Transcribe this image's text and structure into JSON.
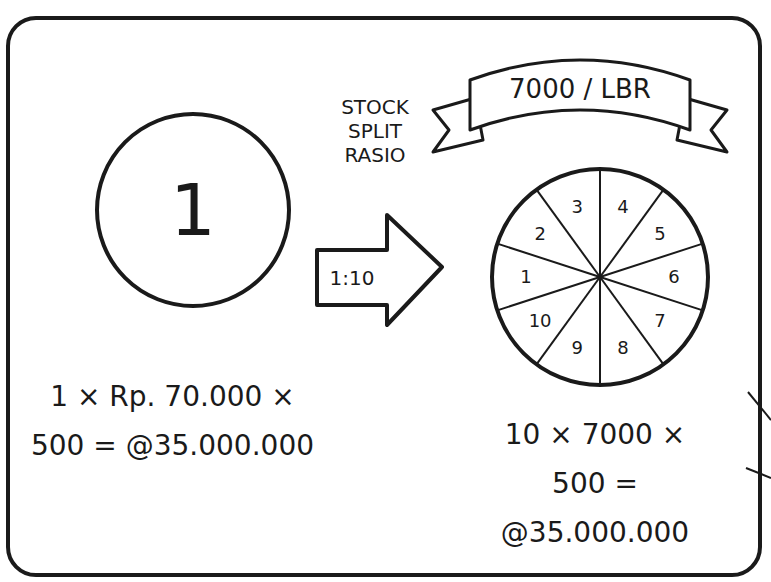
{
  "diagram": {
    "nodes": [
      {
        "text": [
          "1"
        ]
      },
      {
        "text": [
          "1:10"
        ]
      },
      {
        "text": [
          "7000 / LBR"
        ]
      },
      {
        "text": [
          "1",
          "2",
          "3",
          "4",
          "5",
          "6",
          "7",
          "8",
          "9",
          "10"
        ]
      }
    ],
    "labels": [
      "STOCK SPLIT RASIO",
      "1 × Rp. 70.000 × 500 = @35.000.000",
      "10 × 7000 × 500 = @35.000.000"
    ]
  }
}
